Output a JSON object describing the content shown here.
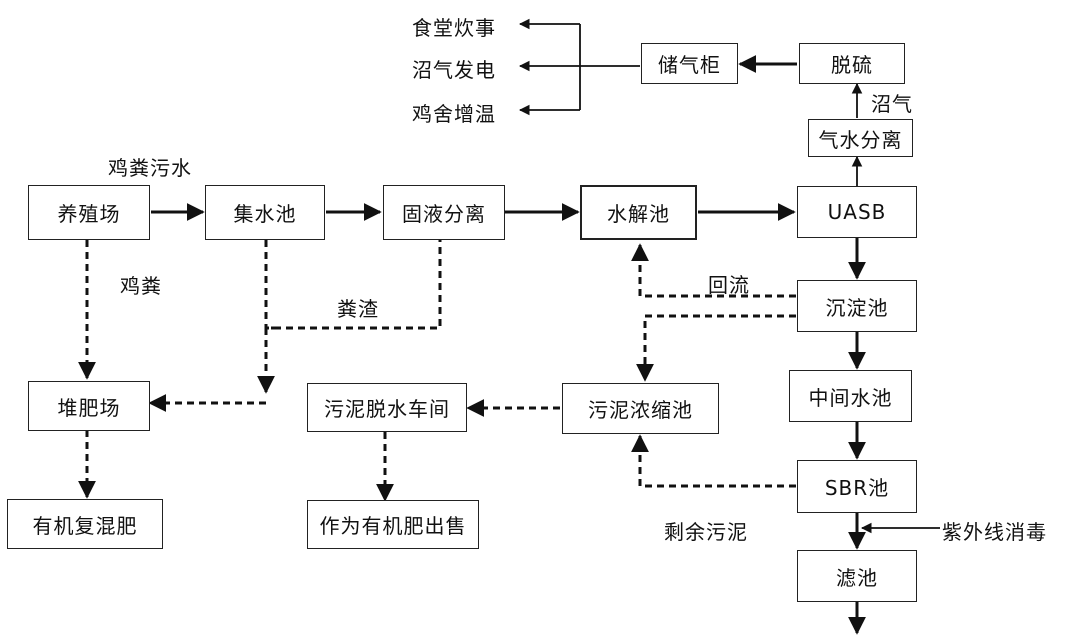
{
  "nodes": {
    "farm": "养殖场",
    "collect_pool": "集水池",
    "solid_liquid": "固液分离",
    "hydrolysis": "水解池",
    "uasb": "UASB",
    "sedimentation": "沉淀池",
    "middle_pool": "中间水池",
    "sbr": "SBR池",
    "filter": "滤池",
    "gas_water_sep": "气水分离",
    "desulfurize": "脱硫",
    "gas_holder": "储气柜",
    "compost": "堆肥场",
    "organic_fertilizer": "有机复混肥",
    "sludge_dewater": "污泥脱水车间",
    "sale": "作为有机肥出售",
    "sludge_thicken": "污泥浓缩池"
  },
  "labels": {
    "manure_wastewater": "鸡粪污水",
    "chicken_manure": "鸡粪",
    "manure_residue": "粪渣",
    "reflux": "回流",
    "biogas": "沼气",
    "excess_sludge": "剩余污泥",
    "uv_disinfection": "紫外线消毒",
    "use_canteen": "食堂炊事",
    "use_power": "沼气发电",
    "use_heating": "鸡舍增温"
  }
}
